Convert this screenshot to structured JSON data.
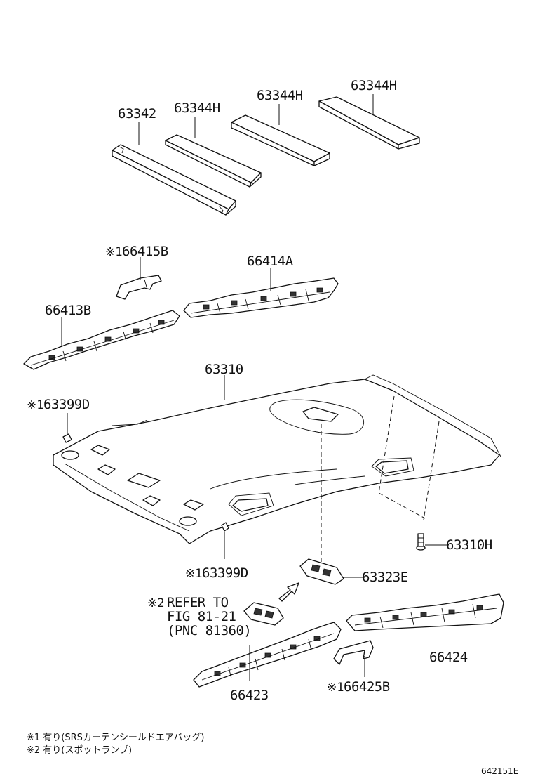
{
  "labels": {
    "pad_63342": "63342",
    "pad_63344h_1": "63344H",
    "pad_63344h_2": "63344H",
    "pad_63344h_3": "63344H",
    "ret_66415b": "66415B",
    "ret_66414a": "66414A",
    "ret_66413b": "66413B",
    "headliner_63310": "63310",
    "clip_63399d_1": "63399D",
    "clip_63399d_2": "63399D",
    "fastener_63310h": "63310H",
    "lamp_63323e": "63323E",
    "ret_66424": "66424",
    "ret_66423": "66423",
    "ret_66425b": "66425B"
  },
  "marks": {
    "mark1": "※1",
    "mark2": "※2"
  },
  "refer": {
    "line1": "REFER TO",
    "line2": "FIG 81-21",
    "line3": "(PNC 81360)"
  },
  "notes": {
    "note1": "※1 有り(SRSカーテンシールドエアバッグ)",
    "note2": "※2 有り(スポットランプ)"
  },
  "figure_code": "642151E"
}
